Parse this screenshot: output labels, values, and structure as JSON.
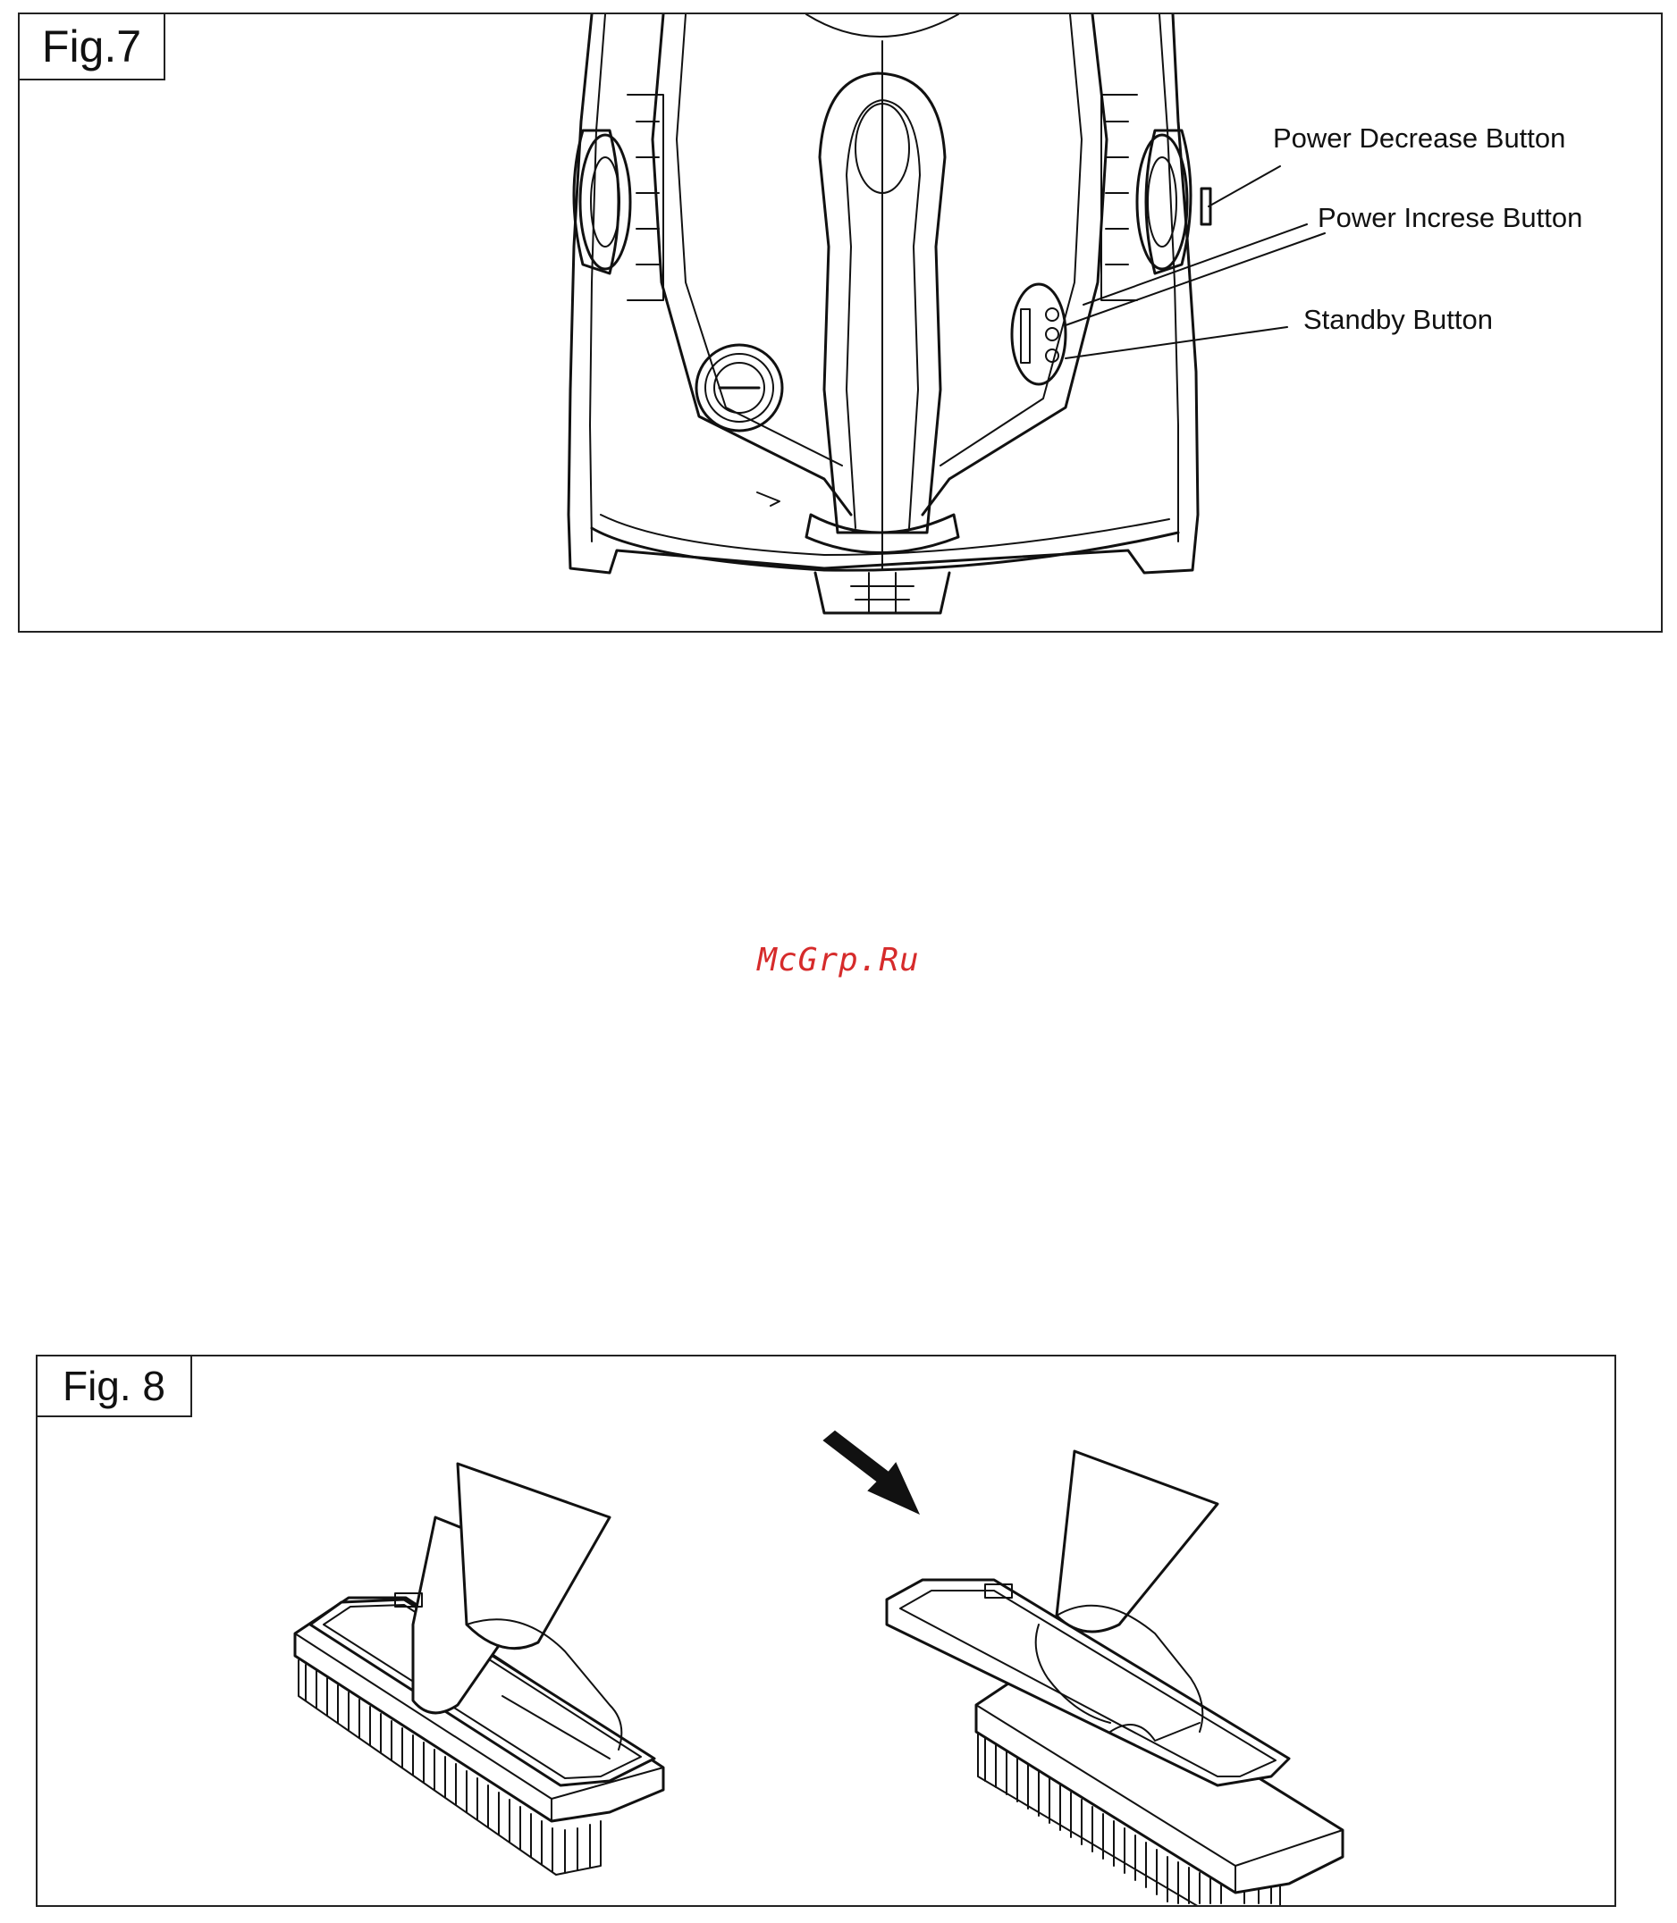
{
  "fig7": {
    "label": "Fig.7",
    "callouts": {
      "power_decrease": "Power Decrease Button",
      "power_increase": "Power Increse Button",
      "standby": "Standby Button"
    }
  },
  "watermark": "McGrp.Ru",
  "fig8": {
    "label": "Fig. 8"
  },
  "colors": {
    "watermark": "#d62b2b",
    "line": "#111111"
  }
}
